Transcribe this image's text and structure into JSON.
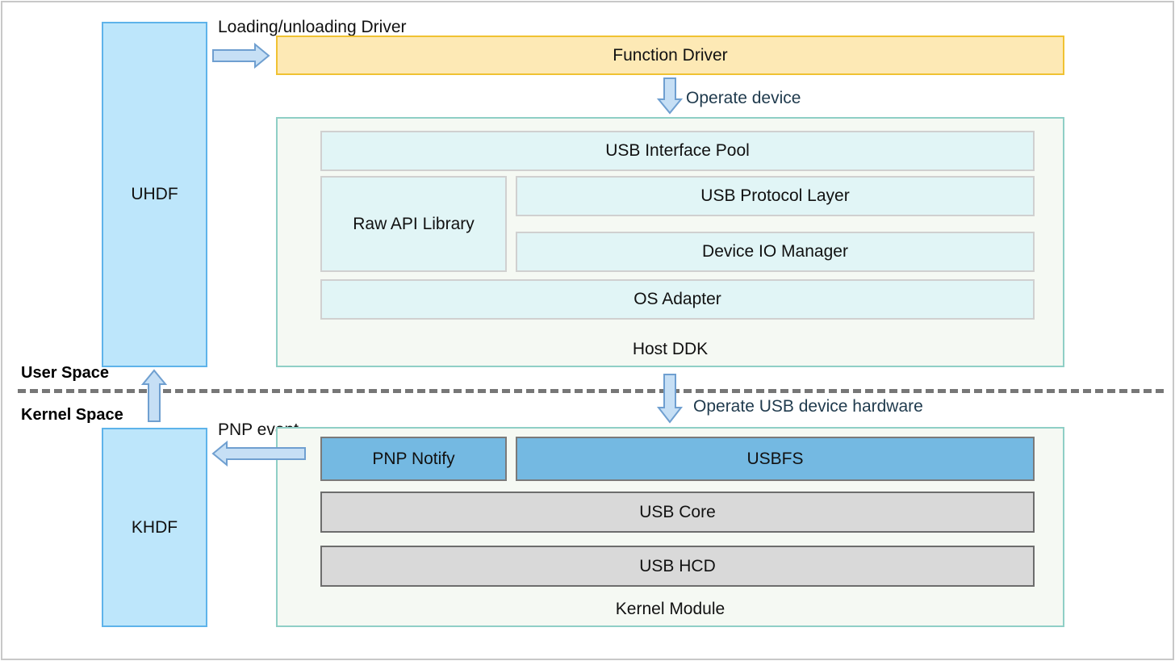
{
  "diagram": {
    "uhdf": "UHDF",
    "khdf": "KHDF",
    "function_driver": "Function Driver",
    "loading_label": "Loading/unloading Driver",
    "operate_device_label": "Operate device",
    "host_ddk": {
      "title": "Host DDK",
      "usb_interface_pool": "USB Interface Pool",
      "raw_api_library": "Raw API Library",
      "usb_protocol_layer": "USB Protocol Layer",
      "device_io_manager": "Device IO Manager",
      "os_adapter": "OS Adapter"
    },
    "user_space": "User Space",
    "kernel_space": "Kernel Space",
    "operate_hw_label": "Operate USB device hardware",
    "pnp_event_label": "PNP event",
    "kernel_module": {
      "title": "Kernel Module",
      "pnp_notify": "PNP Notify",
      "usbfs": "USBFS",
      "usb_core": "USB Core",
      "usb_hcd": "USB HCD"
    }
  },
  "colors": {
    "hdf_fill": "#bde6fb",
    "hdf_border": "#5eb3ea",
    "function_fill": "#fde9b5",
    "function_border": "#f0c232",
    "panel_fill": "#f5f9f3",
    "panel_border": "#8fcfc6",
    "ddk_inner_fill": "#e1f5f6",
    "kernel_blue_fill": "#74b9e2",
    "kernel_grey_fill": "#d9d9d9",
    "arrow_fill": "#c6dff5",
    "arrow_stroke": "#6f9fd0"
  }
}
